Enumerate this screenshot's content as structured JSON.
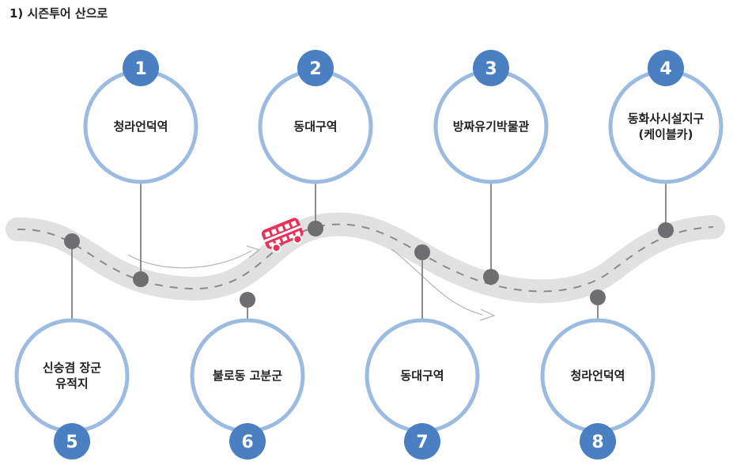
{
  "title": "1) 시즌투어 산으로",
  "colors": {
    "ring": "#9bbbe0",
    "badge": "#4a7fc1",
    "road": "#e1e1e1",
    "road_dash": "#8a8a8a",
    "pin": "#6e6e70",
    "connector": "#8c8c8c",
    "bus": "#e8315b",
    "arrow": "#b5b5b5"
  },
  "stops": [
    {
      "number": "1",
      "lines": [
        "청라언덕역"
      ]
    },
    {
      "number": "2",
      "lines": [
        "동대구역"
      ]
    },
    {
      "number": "3",
      "lines": [
        "방짜유기박물관"
      ]
    },
    {
      "number": "4",
      "lines": [
        "동화사시설지구",
        "(케이블카)"
      ]
    },
    {
      "number": "5",
      "lines": [
        "신숭겸 장군",
        "유적지"
      ]
    },
    {
      "number": "6",
      "lines": [
        "불로동 고분군"
      ]
    },
    {
      "number": "7",
      "lines": [
        "동대구역"
      ]
    },
    {
      "number": "8",
      "lines": [
        "청라언덕역"
      ]
    }
  ],
  "icons": {
    "vehicle": "bus-icon",
    "direction": "arrow-icon"
  }
}
